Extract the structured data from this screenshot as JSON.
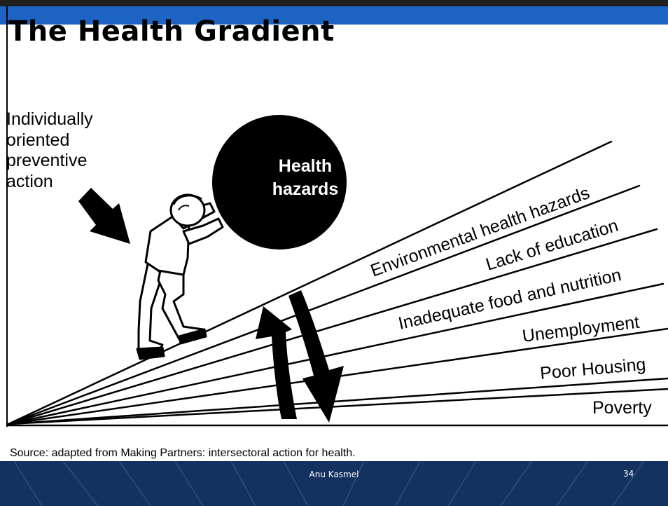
{
  "slide": {
    "title": "The Health Gradient",
    "source": "Source:  adapted from Making Partners:  intersectoral action for health.",
    "footer_author": "Anu Kasmel",
    "page_number": "34"
  },
  "annotation": {
    "lines": [
      "Individually",
      "oriented",
      "preventive",
      "action"
    ]
  },
  "ball": {
    "line1": "Health",
    "line2": "hazards"
  },
  "gradient_layers": [
    "Environmental health hazards",
    "Lack of education",
    "Inadequate food and nutrition",
    "Unemployment",
    "Poor Housing",
    "Poverty"
  ],
  "colors": {
    "header_blue": "#1c63c4",
    "footer_navy": "#15315f"
  }
}
